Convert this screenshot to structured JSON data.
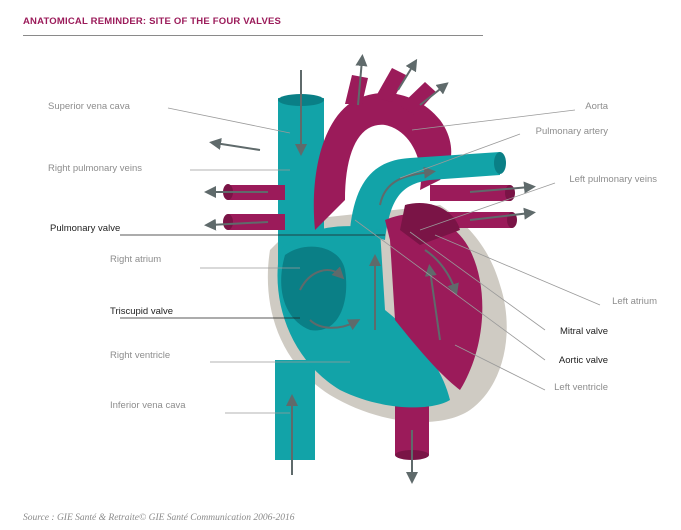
{
  "title": "ANATOMICAL REMINDER: SITE OF THE FOUR VALVES",
  "labels": {
    "superior_vena_cava": "Superior vena cava",
    "right_pulmonary_veins": "Right pulmonary veins",
    "pulmonary_valve": "Pulmonary valve",
    "right_atrium": "Right atrium",
    "tricuspid_valve": "Triscupid valve",
    "right_ventricle": "Right ventricle",
    "inferior_vena_cava": "Inferior vena cava",
    "aorta": "Aorta",
    "pulmonary_artery": "Pulmonary artery",
    "left_pulmonary_veins": "Left pulmonary veins",
    "left_atrium": "Left atrium",
    "mitral_valve": "Mitral valve",
    "aortic_valve": "Aortic valve",
    "left_ventricle": "Left ventricle"
  },
  "source": "Source : GIE Santé & Retraite© GIE Santé Communication 2006-2016",
  "colors": {
    "oxygen_poor": "#12a3a8",
    "oxygen_poor_dark": "#0a7f86",
    "oxygen_rich": "#9b1b5a",
    "oxygen_rich_dark": "#7a1446",
    "wall": "#cfcbc3",
    "arrow": "#5f6a6b",
    "title": "#9b1b5a"
  }
}
